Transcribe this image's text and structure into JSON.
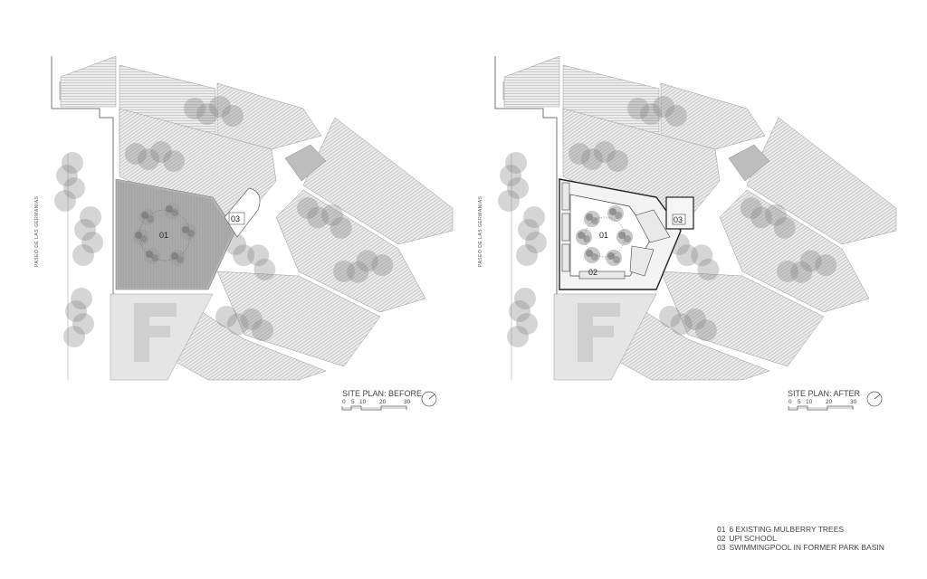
{
  "plans": [
    {
      "caption": "SITE PLAN: BEFORE",
      "street": "PASEO DE LAS GERMANIAS",
      "markers": [
        "01",
        "03"
      ]
    },
    {
      "caption": "SITE PLAN: AFTER",
      "street": "PASEO DE LAS GERMANIAS",
      "markers": [
        "01",
        "02",
        "03"
      ]
    }
  ],
  "scale_bar": {
    "ticks": [
      "0",
      "5",
      "10",
      "20",
      "30"
    ]
  },
  "legend": [
    {
      "num": "01",
      "text": "6 EXISTING MULBERRY TREES"
    },
    {
      "num": "02",
      "text": "UPI SCHOOL"
    },
    {
      "num": "03",
      "text": "SWIMMINGPOOL IN FORMER PARK BASIN"
    }
  ],
  "colors": {
    "block_fill": "#e6e6e6",
    "hatch": "#b8b8b8",
    "tree": "#8a8a8a",
    "courtyard": "#a9a9a9",
    "line": "#555555"
  }
}
